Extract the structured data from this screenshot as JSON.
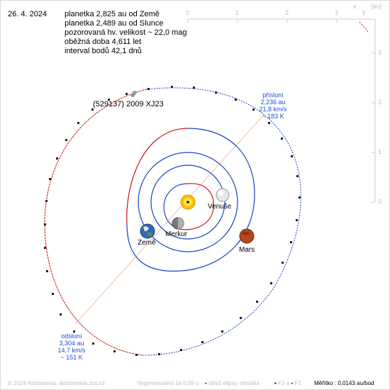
{
  "date": "26. 4. 2024",
  "info_lines": [
    "planetka 2,825 au od Země",
    "planetka 2,489 au od Slunce",
    "pozorovaná hv. velikost ~ 22,0 mag",
    "oběžná doba 4,611 let",
    "interval bodů 42,1 dnů"
  ],
  "object_name": "(529137) 2009 XJ23",
  "perihelion": [
    "přísluní",
    "2,236 au",
    "21,8 km/s",
    "~ 183 K"
  ],
  "aphelion": [
    "odsluní",
    "3,304 au",
    "14,7 km/s",
    "~ 151 K"
  ],
  "planet_labels": {
    "venus": "Venuše",
    "mercury": "Merkur",
    "earth": "Země",
    "mars": "Mars"
  },
  "axis": {
    "unit": "[au]",
    "x_letter": "x",
    "y_letter": "y",
    "x_ticks": [
      "0",
      "1",
      "2",
      "3"
    ],
    "y_ticks": [
      "3",
      "2",
      "1",
      "0"
    ]
  },
  "footer": {
    "copyright": "© 2024 Astronomia, astronomia.zcu.cz",
    "generated": "Vygenerováno za 0,09 s",
    "legend_center": "střed elipsy, ohniska",
    "legend_f1": "F1 a",
    "legend_f2": "F2",
    "scale": "Měřítko : 0,0143 au/bod"
  },
  "colors": {
    "red_orbit": "#cc1111",
    "blue_orbit": "#1a3fd0",
    "point": "#222222",
    "sun": "#f5c400",
    "axis": "#cccccc"
  }
}
